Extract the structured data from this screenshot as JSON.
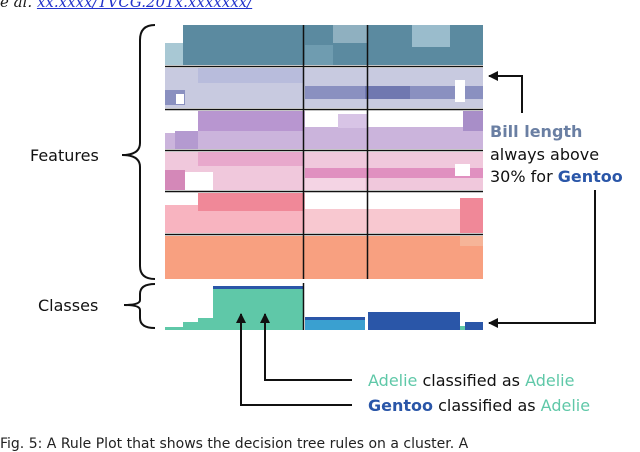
{
  "header": {
    "prefix": "e al.",
    "link": "xx.xxxx/TVCG.201x.xxxxxxx/"
  },
  "labels": {
    "features": "Features",
    "classes": "Classes"
  },
  "annotation": {
    "bill_feature": "Bill length",
    "middle": "always above",
    "prefix_pct": "30% for",
    "gentoo": "Gentoo"
  },
  "callouts": [
    {
      "subject": "Adelie",
      "verb": "classified as",
      "object": "Adelie"
    },
    {
      "subject": "Gentoo",
      "verb": "classified as",
      "object": "Adelie"
    }
  ],
  "caption": "Fig. 5: A Rule Plot that shows the decision tree rules on a cluster. A",
  "colors": {
    "adelie": "#5fc8a8",
    "gentoo": "#2a56a8",
    "bill": "#6a7fa3",
    "features": [
      "#5b8aa0",
      "#8a90c0",
      "#a88ec8",
      "#d488b8",
      "#f08898",
      "#f8a080"
    ]
  }
}
